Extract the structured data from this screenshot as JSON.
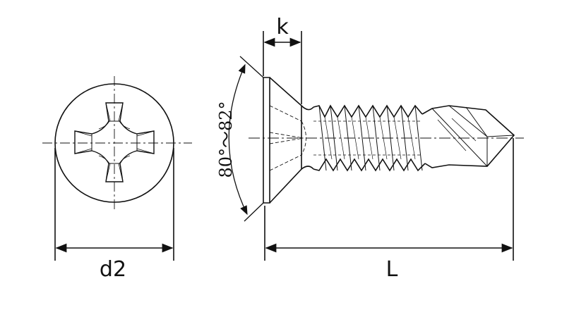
{
  "labels": {
    "head_height": "k",
    "head_diameter": "d2",
    "length": "L",
    "countersink_angle": "80°～82°"
  },
  "colors": {
    "line": "#111111",
    "background": "#ffffff"
  }
}
